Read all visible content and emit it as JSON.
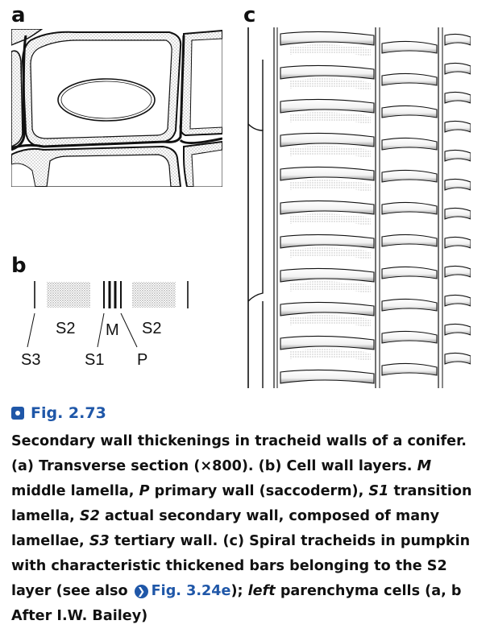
{
  "panels": {
    "a": {
      "label": "a"
    },
    "b": {
      "label": "b",
      "layers": {
        "s2_left": "S2",
        "m": "M",
        "s2_right": "S2",
        "s3": "S3",
        "s1": "S1",
        "p": "P"
      }
    },
    "c": {
      "label": "c"
    }
  },
  "figure": {
    "number": "Fig. 2.73",
    "caption": {
      "title": "Secondary wall thickenings in tracheid walls of a conifer.",
      "a_open": "(",
      "a_key": "a",
      "a_text": ") Transverse section (×800). (",
      "b_key": "b",
      "b_text": ") Cell wall layers. ",
      "m_key": "M",
      "m_text": " middle lamella, ",
      "p_key": "P",
      "p_text": " primary wall (saccoderm), ",
      "s1_key": "S1",
      "s1_text": " transition lamella, ",
      "s2_key": "S2",
      "s2_text": " actual secondary wall, composed of many lamellae, ",
      "s3_key": "S3",
      "s3_text": " tertiary wall. (",
      "c_key": "c",
      "c_text": ") Spiral tracheids in pumpkin with characteristic thickened bars belonging to the S2 layer (see also ",
      "ref_link": "Fig. 3.24e",
      "after_ref": "); ",
      "left_key": "left",
      "left_text": " parenchyma cells (",
      "ab_key": "a, b",
      "ab_text": " After I.W. Bailey)"
    }
  }
}
